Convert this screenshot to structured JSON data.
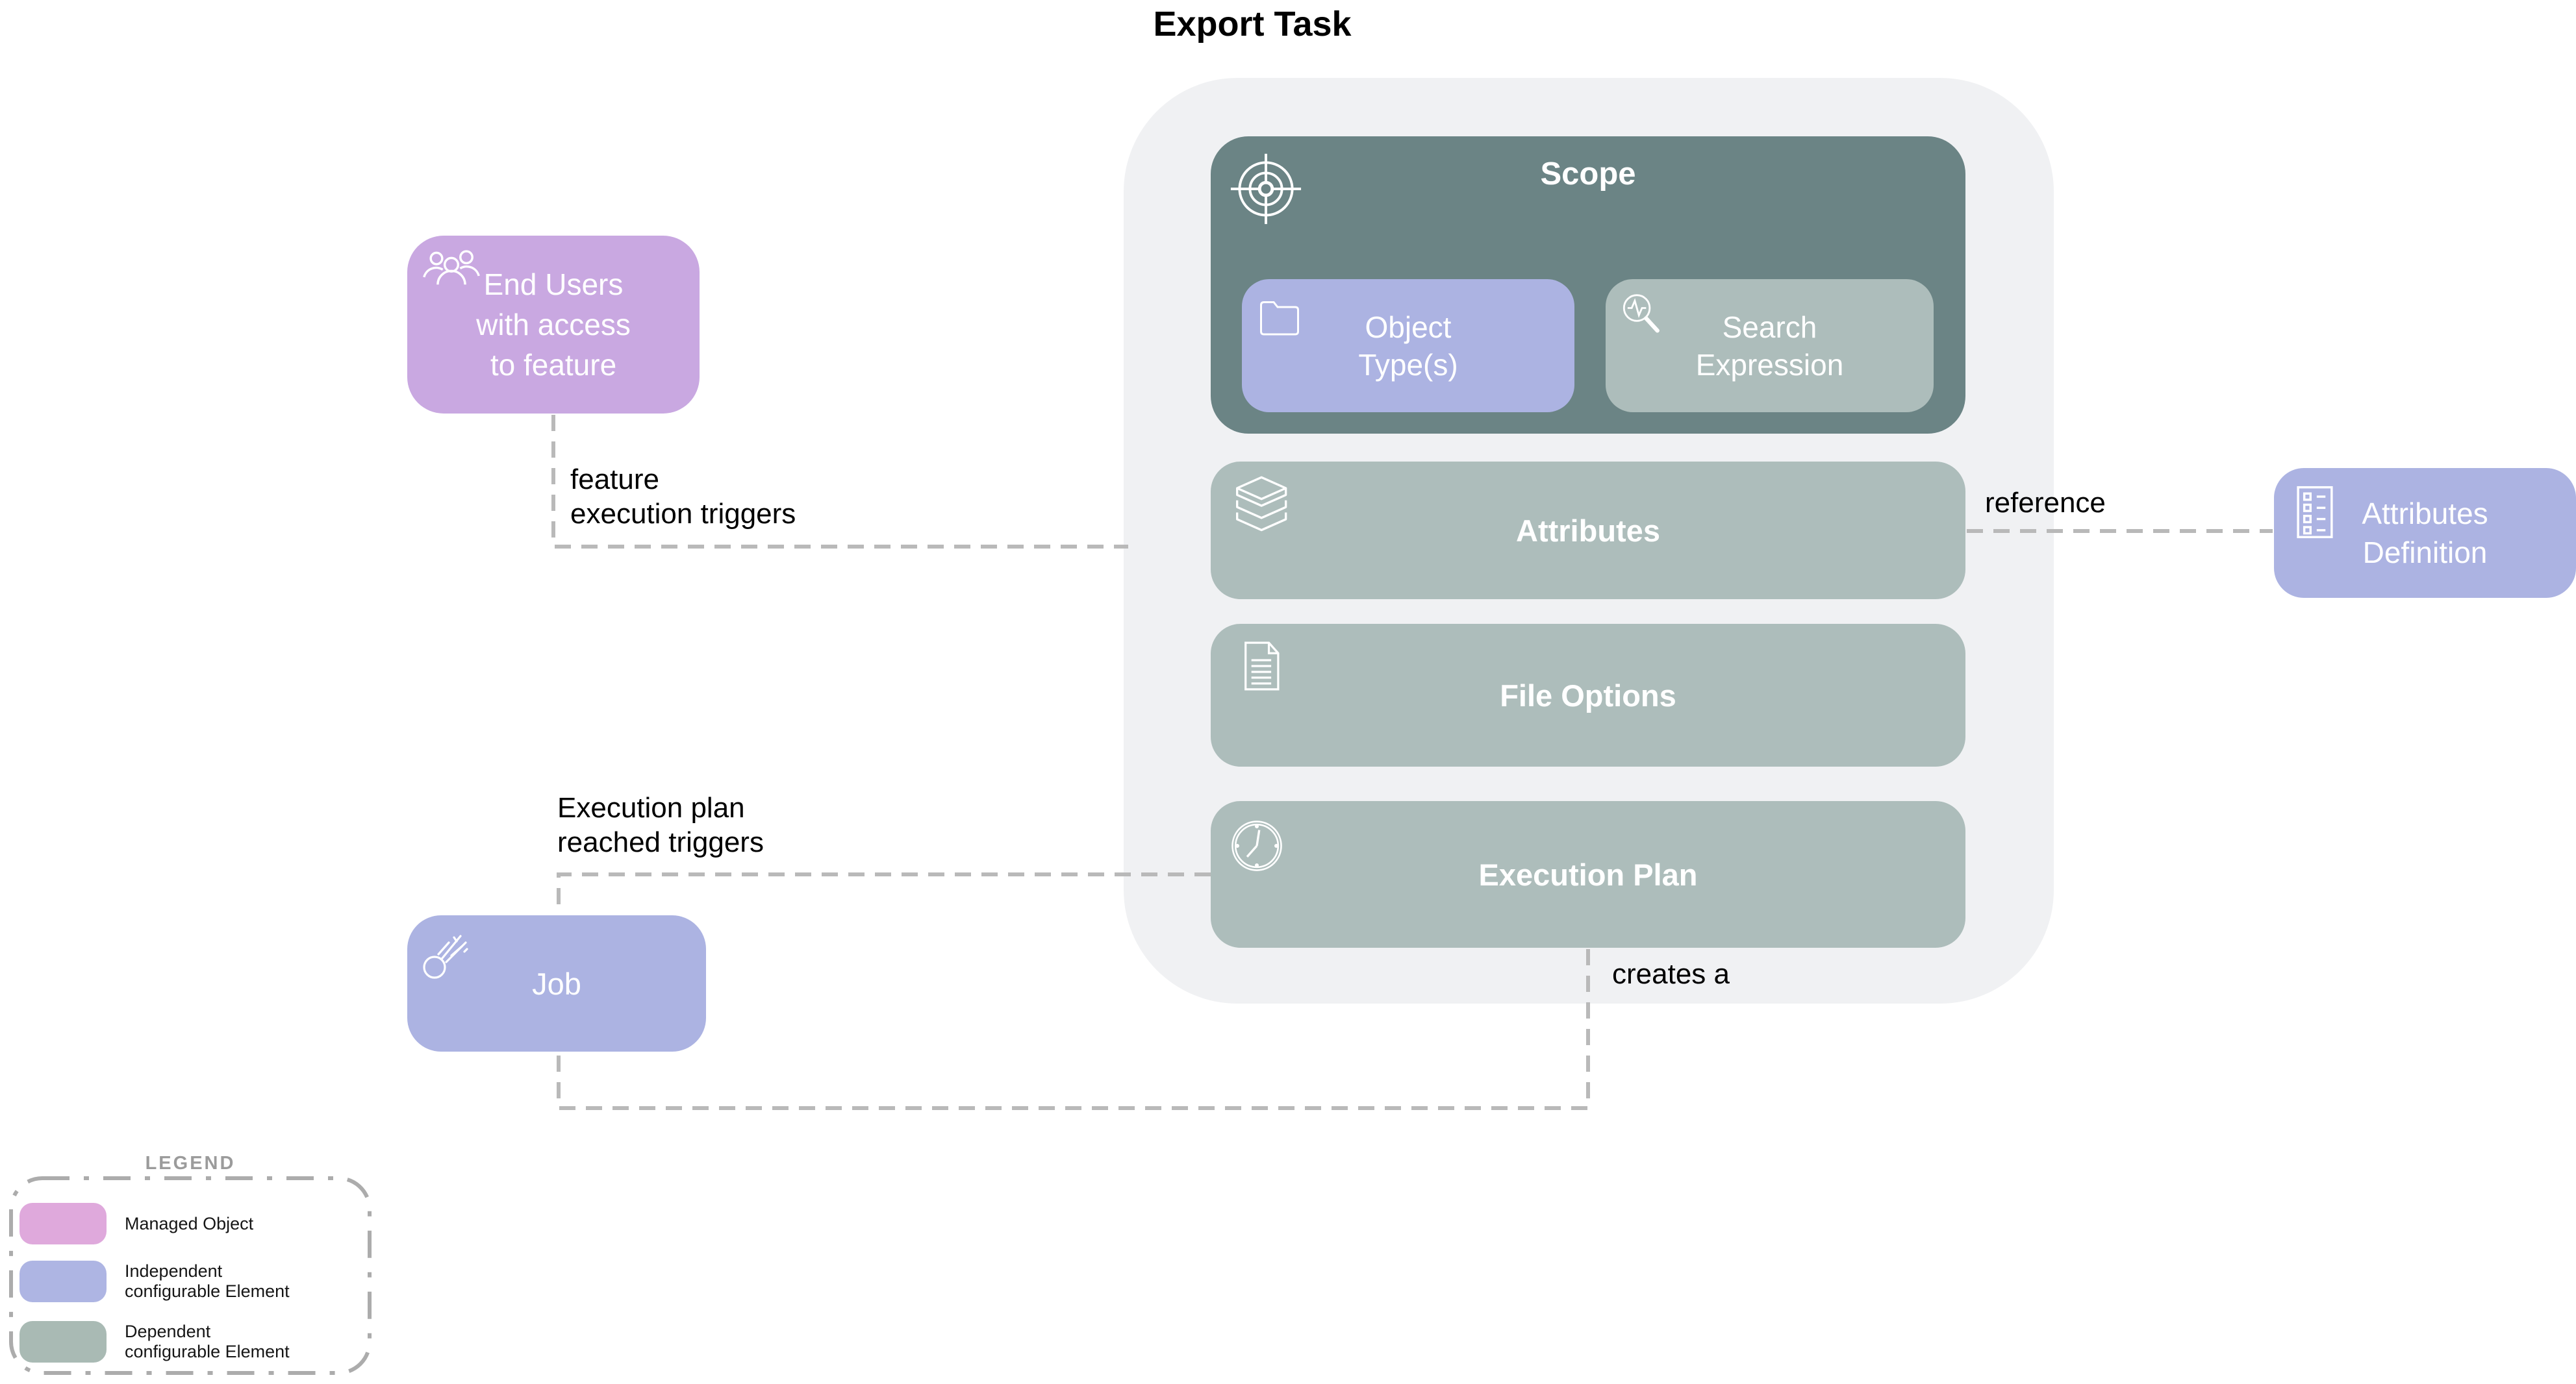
{
  "diagram_title": "Export Task",
  "colors": {
    "background": "#FFFFFF",
    "container": "#F0F1F3",
    "scope_header": "#6B8485",
    "dependent_element": "#ADBDBB",
    "independent_element": "#ACB3E2",
    "managed_object": "#C9A8E1",
    "connector_line": "#B9B9B9",
    "legend_border": "#ACACAC",
    "legend_title_text": "#9B9B9B"
  },
  "container": {
    "scope": {
      "label": "Scope",
      "icon": "target-icon"
    },
    "object_types": {
      "lines": [
        "Object",
        "Type(s)"
      ],
      "icon": "folder-icon"
    },
    "search_expression": {
      "lines": [
        "Search",
        "Expression"
      ],
      "icon": "search-pulse-icon"
    },
    "attributes": {
      "label": "Attributes",
      "icon": "books-stack-icon"
    },
    "file_options": {
      "label": "File Options",
      "icon": "document-icon"
    },
    "execution_plan": {
      "label": "Execution Plan",
      "icon": "clock-icon"
    }
  },
  "external_nodes": {
    "end_users": {
      "lines": [
        "End Users",
        "with access",
        "to feature"
      ],
      "icon": "users-icon"
    },
    "job": {
      "label": "Job",
      "icon": "comet-icon"
    },
    "attributes_definition": {
      "lines": [
        "Attributes",
        "Definition"
      ],
      "icon": "checklist-icon"
    }
  },
  "connectors": {
    "feature_trigger": {
      "lines": [
        "feature",
        "execution triggers"
      ]
    },
    "execution_trigger": {
      "lines": [
        "Execution plan",
        "reached triggers"
      ]
    },
    "reference": {
      "label": "reference"
    },
    "creates": {
      "label": "creates a"
    }
  },
  "legend": {
    "title": "LEGEND",
    "items": [
      {
        "lines": [
          "Managed Object"
        ],
        "color": "#DFA9DC"
      },
      {
        "lines": [
          "Independent",
          "configurable Element"
        ],
        "color": "#AEB5E3"
      },
      {
        "lines": [
          "Dependent",
          "configurable Element"
        ],
        "color": "#A9BAB4"
      }
    ]
  }
}
